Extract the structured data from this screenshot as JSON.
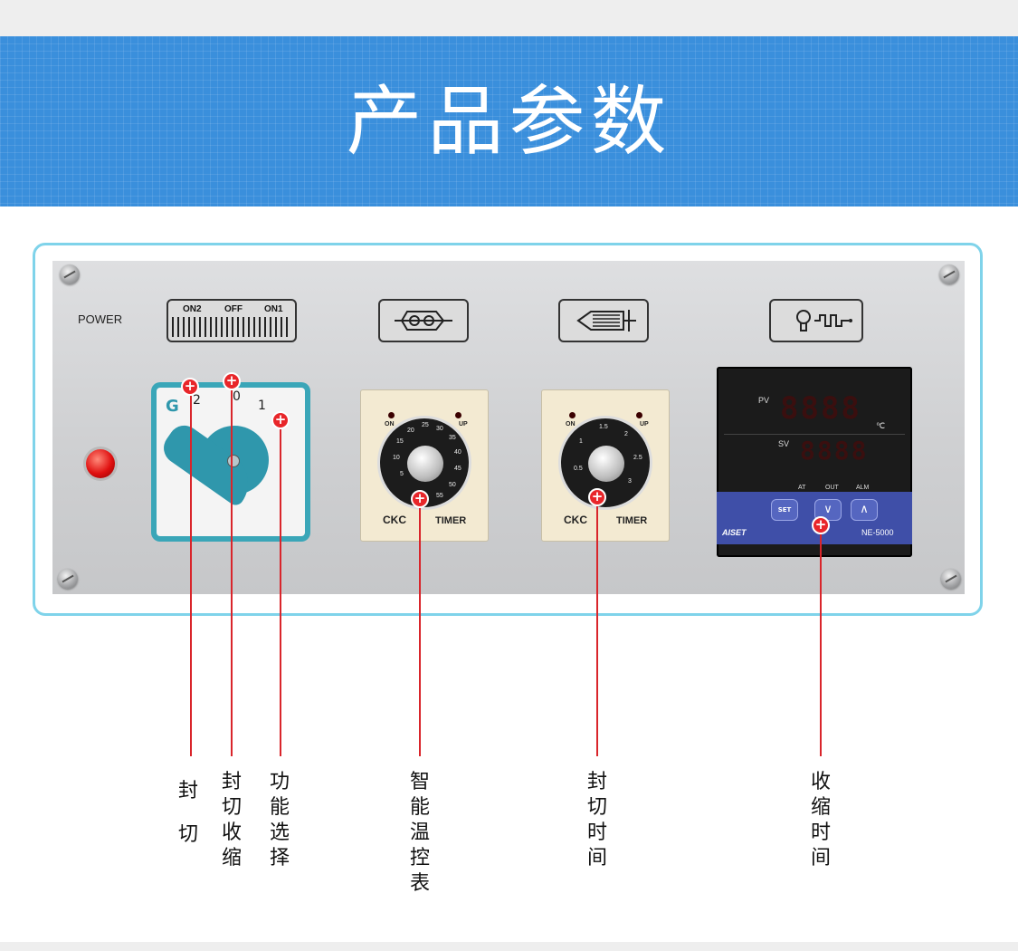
{
  "banner": {
    "title": "产品参数"
  },
  "panel": {
    "power_label": "POWER",
    "switch_legend": {
      "on2": "ON2",
      "off": "OFF",
      "on1": "ON1"
    },
    "rotary_switch": {
      "pos2": "2",
      "pos0": "0",
      "pos1": "1"
    },
    "timer_left": {
      "on": "ON",
      "up": "UP",
      "brand": "CKC",
      "label": "TIMER",
      "ticks": [
        "5",
        "10",
        "15",
        "20",
        "25",
        "30",
        "35",
        "40",
        "45",
        "50",
        "55"
      ]
    },
    "timer_right": {
      "on": "ON",
      "up": "UP",
      "brand": "CKC",
      "label": "TIMER",
      "ticks": [
        "0.5",
        "1",
        "1.5",
        "2",
        "2.5",
        "3"
      ]
    },
    "controller": {
      "pv_label": "PV",
      "pv_value": "8888",
      "unit": "℃",
      "sv_label": "SV",
      "sv_value": "8888",
      "at": "AT",
      "out": "OUT",
      "alm": "ALM",
      "set_button": "SET",
      "brand": "AISET",
      "model": "NE-5000"
    }
  },
  "labels": {
    "seal_cut": "封切",
    "seal_shrink": "封切收缩",
    "function_select": "功能选择",
    "temp_controller": "智能温控表",
    "seal_time": "封切时间",
    "shrink_time": "收缩时间"
  },
  "icons": {
    "marker": "plus-circle-icon",
    "brand_logo": "aiset-logo-icon"
  },
  "colors": {
    "banner": "#3a8fdc",
    "frame": "#7fd3ea",
    "marker": "#e8262a",
    "rotary": "#3aa6b8"
  }
}
